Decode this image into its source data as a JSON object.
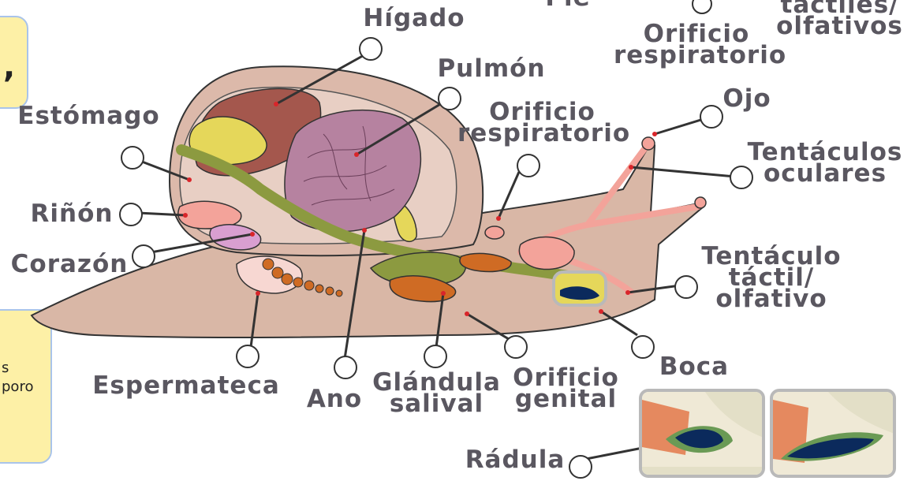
{
  "labels": {
    "pie": "Pie",
    "higado": "Hígado",
    "orificio_top": "Orificio\nrespiratorio",
    "tactiles_top": "táctiles/\nolfativos",
    "pulmon": "Pulmón",
    "estomago": "Estómago",
    "orificio": "Orificio\nrespiratorio",
    "ojo": "Ojo",
    "tentaculos_oculares": "Tentáculos\noculares",
    "rinon": "Riñón",
    "corazon": "Corazón",
    "tentaculo_tactil": "Tentáculo\ntáctil/\nolfativo",
    "boca": "Boca",
    "espermateca": "Espermateca",
    "ano": "Ano",
    "glandula": "Glándula\nsalival",
    "orificio_genital": "Orificio\ngenital",
    "radula": "Rádula"
  },
  "notes": {
    "top_left_text": ",",
    "bottom_left_line1": "s",
    "bottom_left_line2": "poro"
  },
  "colors": {
    "label": "#5a5760",
    "note_fill": "#fdf0a6",
    "note_border": "#a9c4ea",
    "body": "#d9b7a6",
    "shell": "#dcb9aa",
    "liver": "#a4574d",
    "lung": "#b682a0",
    "digestive": "#8c9a40",
    "yellow": "#e5d75a",
    "pink": "#f3a39a",
    "orange": "#cf6b24",
    "radula": "#0b2a5c"
  }
}
